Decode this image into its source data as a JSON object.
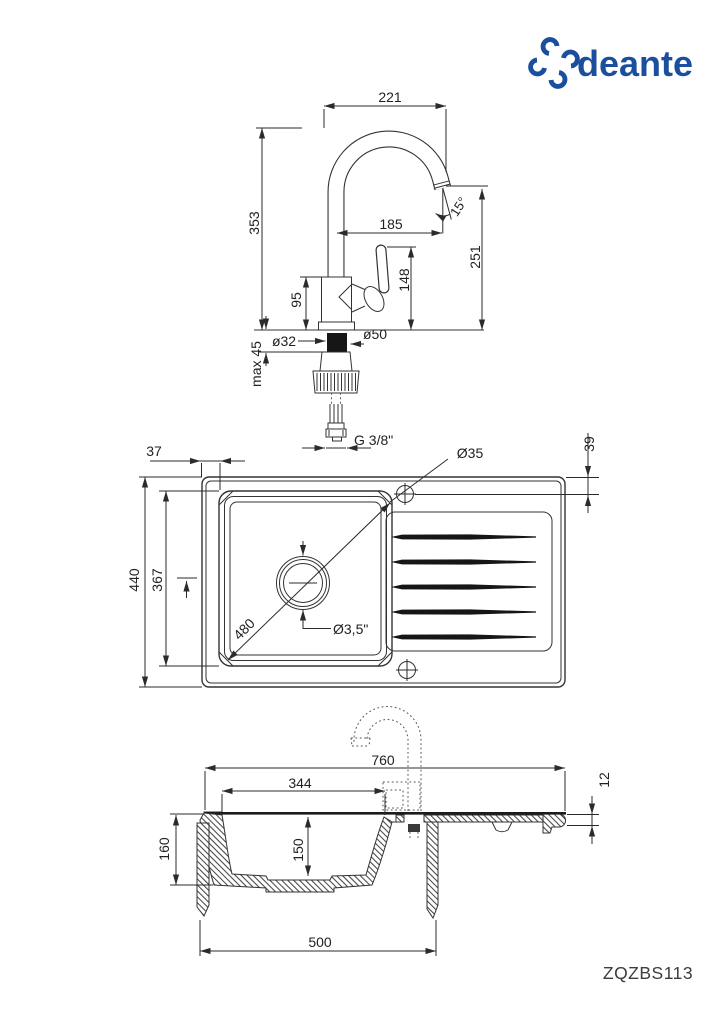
{
  "brand": {
    "name": "deante",
    "color": "#1b4f9e"
  },
  "product_code": "ZQZBS113",
  "faucet_view": {
    "spout_width": "221",
    "height": "353",
    "spout_reach": "185",
    "outlet_height": "251",
    "handle_height": "148",
    "body_height": "95",
    "outlet_angle": "15°",
    "shank_diameter": "ø32",
    "base_diameter": "ø50",
    "max_mount_thickness": "max 45",
    "thread": "G 3/8\""
  },
  "top_view": {
    "edge_offset": "37",
    "tap_hole_diameter": "Ø35",
    "tap_hole_offset": "39",
    "depth": "440",
    "bowl_size": "367",
    "bowl_diagonal": "480",
    "drain_diameter": "Ø3,5\""
  },
  "side_view": {
    "width": "760",
    "bowl_width": "344",
    "edge_thickness": "12",
    "height": "160",
    "bowl_depth": "150",
    "cabinet_width": "500"
  }
}
